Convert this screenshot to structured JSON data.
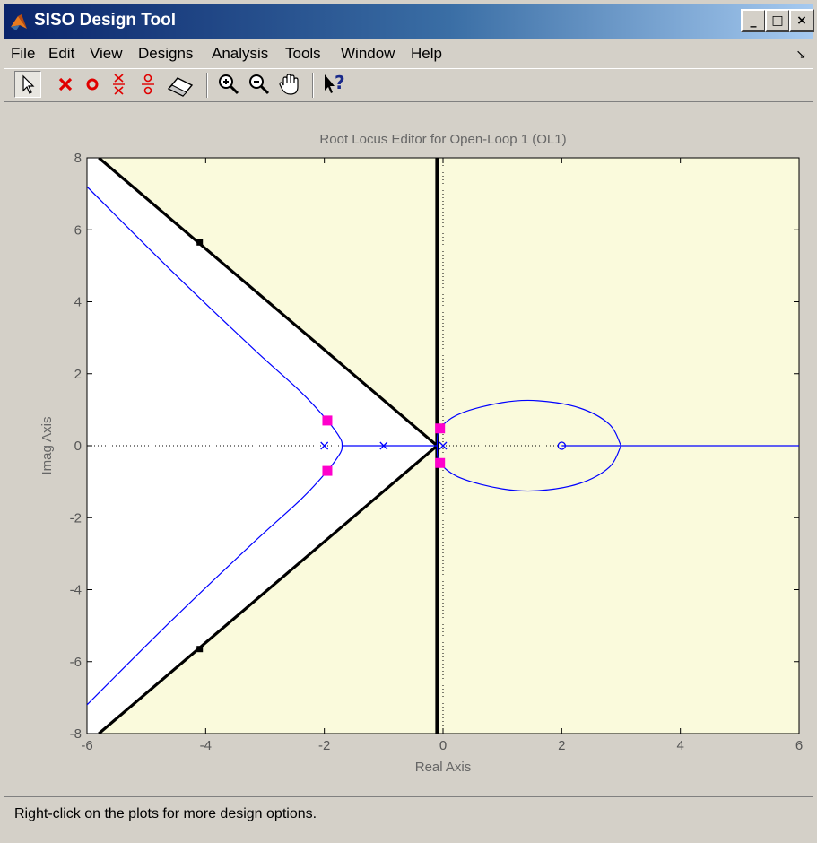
{
  "window": {
    "title": "SISO Design Tool",
    "controls": {
      "minimize": "_",
      "maximize": "□",
      "close": "×"
    }
  },
  "menu": {
    "items": [
      "File",
      "Edit",
      "View",
      "Designs",
      "Analysis",
      "Tools",
      "Window",
      "Help"
    ]
  },
  "toolbar": {
    "tools": [
      "select-arrow-icon",
      "add-real-pole-icon",
      "add-real-zero-icon",
      "add-complex-pole-icon",
      "add-complex-zero-icon",
      "eraser-icon",
      "zoom-in-icon",
      "zoom-out-icon",
      "pan-hand-icon",
      "whats-this-help-icon"
    ]
  },
  "colors": {
    "plot_bg": "#fafadc",
    "locus": "#0000ff",
    "poles_closed_loop": "#ff00cc",
    "constraint_lines": "#000000"
  },
  "status": {
    "text": "Right-click on the plots for more design options."
  },
  "chart_data": {
    "type": "scatter",
    "title": "Root Locus Editor for Open-Loop 1 (OL1)",
    "xlabel": "Real Axis",
    "ylabel": "Imag Axis",
    "xlim": [
      -6,
      6
    ],
    "ylim": [
      -8,
      8
    ],
    "xticks": [
      -6,
      -4,
      -2,
      0,
      2,
      4,
      6
    ],
    "yticks": [
      -8,
      -6,
      -4,
      -2,
      0,
      2,
      4,
      6,
      8
    ],
    "open_loop_poles": [
      [
        -2,
        0
      ],
      [
        -1,
        0
      ],
      [
        0,
        0
      ]
    ],
    "open_loop_zeros": [
      [
        2,
        0
      ]
    ],
    "closed_loop_poles": [
      [
        -1.95,
        0.7
      ],
      [
        -1.95,
        -0.7
      ],
      [
        -0.05,
        0.48
      ],
      [
        -0.05,
        -0.48
      ]
    ],
    "series": [
      {
        "values": [
          [
            -6,
            7.2
          ],
          [
            -4.6,
            4.9
          ],
          [
            -3.2,
            2.7
          ],
          [
            -2.4,
            1.5
          ],
          [
            -1.95,
            0.7
          ],
          [
            -1.73,
            0.2
          ],
          [
            -1.7,
            0
          ]
        ]
      },
      {
        "values": [
          [
            -6,
            -7.2
          ],
          [
            -4.6,
            -4.9
          ],
          [
            -3.2,
            -2.7
          ],
          [
            -2.4,
            -1.5
          ],
          [
            -1.95,
            -0.7
          ],
          [
            -1.73,
            -0.2
          ],
          [
            -1.7,
            0
          ]
        ]
      },
      {
        "values": [
          [
            -1.7,
            0
          ],
          [
            -0.1,
            0
          ]
        ]
      },
      {
        "values": [
          [
            -0.1,
            0
          ],
          [
            -0.05,
            0.48
          ],
          [
            0.3,
            0.9
          ],
          [
            1.0,
            1.2
          ],
          [
            1.6,
            1.25
          ],
          [
            2.3,
            1.05
          ],
          [
            2.8,
            0.6
          ],
          [
            3.0,
            0
          ]
        ]
      },
      {
        "values": [
          [
            -0.1,
            0
          ],
          [
            -0.05,
            -0.48
          ],
          [
            0.3,
            -0.9
          ],
          [
            1.0,
            -1.2
          ],
          [
            1.6,
            -1.25
          ],
          [
            2.3,
            -1.05
          ],
          [
            2.8,
            -0.6
          ],
          [
            3.0,
            0
          ]
        ]
      },
      {
        "values": [
          [
            2,
            0
          ],
          [
            6,
            0
          ]
        ]
      }
    ],
    "damping_lines": [
      {
        "values": [
          [
            -0.1,
            0
          ],
          [
            -5.8,
            8
          ]
        ]
      },
      {
        "values": [
          [
            -0.1,
            0
          ],
          [
            -5.8,
            -8
          ]
        ]
      }
    ],
    "damping_markers": [
      [
        -4.1,
        5.65
      ],
      [
        -4.1,
        -5.65
      ]
    ],
    "constraint_vertical_x": -0.1,
    "feasible_region": "shaded outside the damping wedge (yellow)"
  }
}
